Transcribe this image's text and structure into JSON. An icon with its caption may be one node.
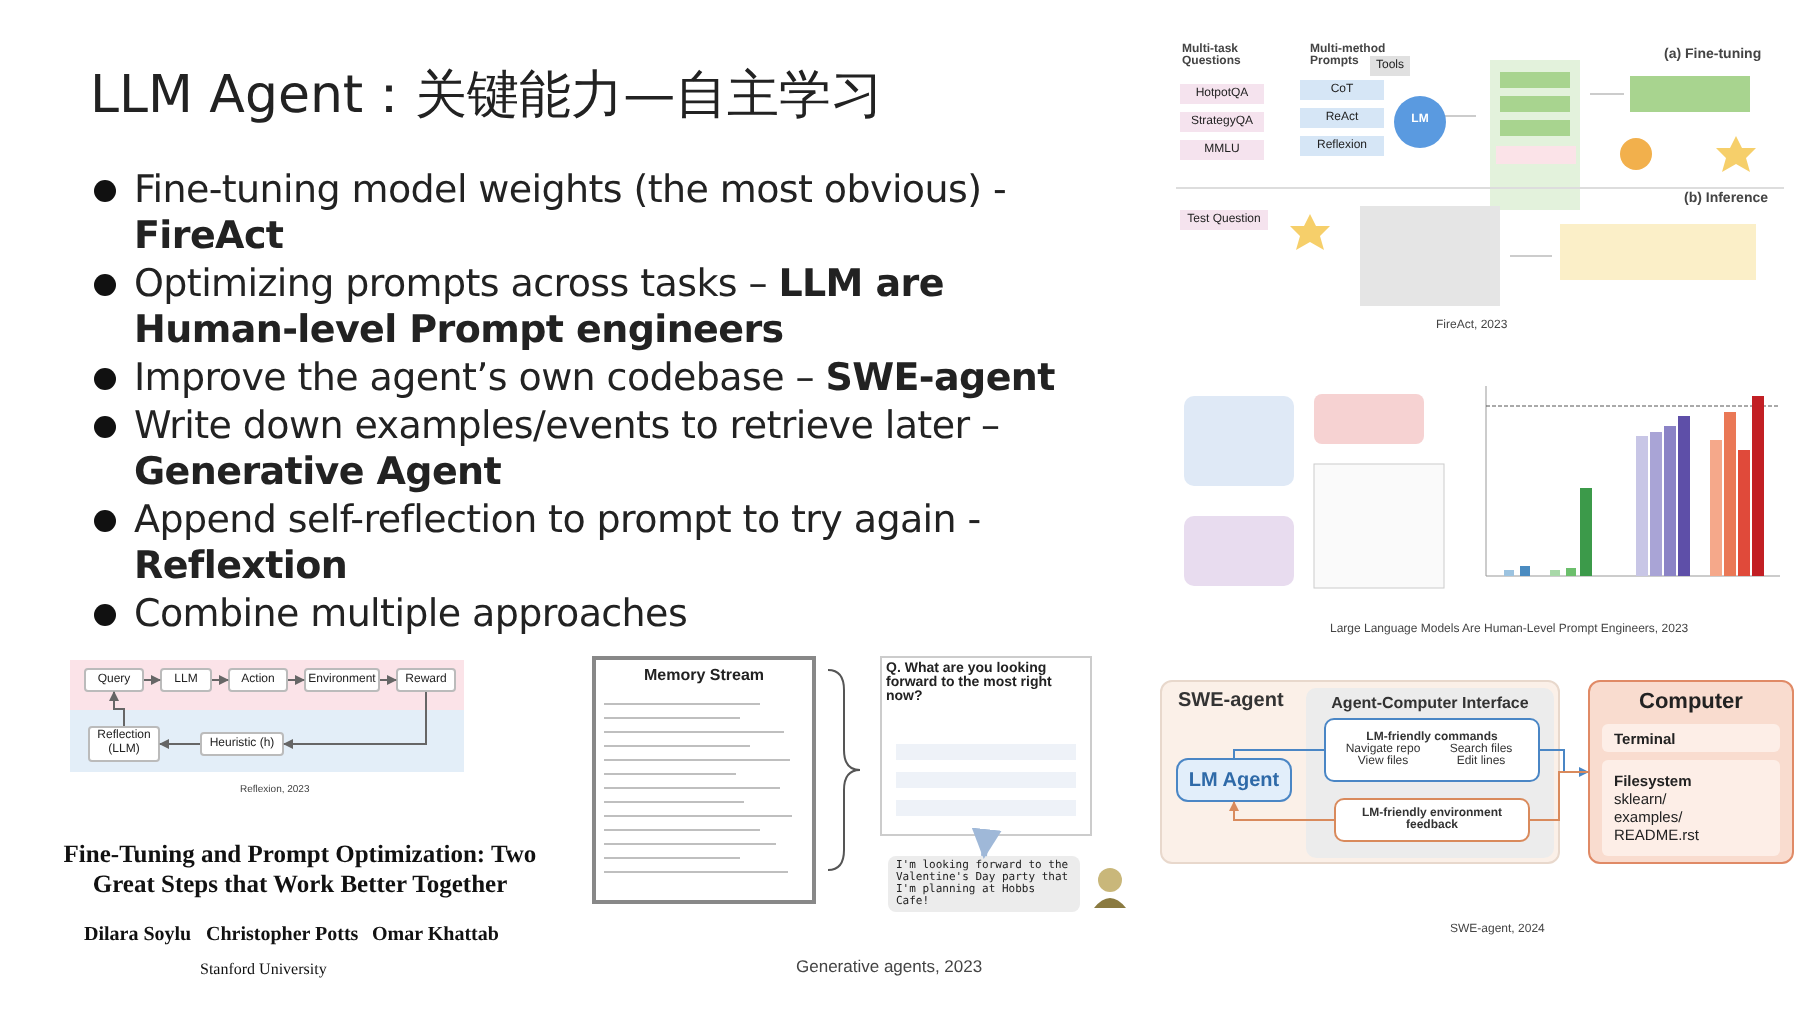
{
  "diagram": {
    "title": "LLM Agent：关键能力—自主学习",
    "nodes": [
      {
        "text": [
          "Query"
        ]
      },
      {
        "text": [
          "LLM"
        ]
      },
      {
        "text": [
          "Action"
        ]
      },
      {
        "text": [
          "Environment"
        ]
      },
      {
        "text": [
          "Reward"
        ]
      },
      {
        "text": [
          "Heuristic (h)"
        ]
      },
      {
        "text": [
          "Reflection (LLM)"
        ]
      },
      {
        "text": [
          "SWE-agent"
        ]
      },
      {
        "text": [
          "Agent-Computer Interface"
        ],
        "in": 7
      },
      {
        "text": [
          "LM Agent"
        ],
        "in": 7
      },
      {
        "text": [
          "LM-friendly commands",
          "Navigate repo",
          "Search files",
          "View files",
          "Edit lines"
        ],
        "in": 8
      },
      {
        "text": [
          "LM-friendly environment feedback"
        ],
        "in": 8
      },
      {
        "text": [
          "Computer"
        ]
      },
      {
        "text": [
          "Terminal"
        ],
        "in": 12
      },
      {
        "text": [
          "Filesystem",
          "sklearn/",
          "examples/",
          "README.rst"
        ],
        "in": 12
      },
      {
        "text": [
          "Memory Stream"
        ]
      },
      {
        "text": [
          "Q. What are you looking forward to the most right now?"
        ]
      },
      {
        "text": [
          "I'm looking forward to the Valentine's Day party that I'm planning at Hobbs Cafe!"
        ]
      }
    ],
    "edges": [
      {
        "from": 0,
        "to": 1,
        "arrow": "to"
      },
      {
        "from": 1,
        "to": 2,
        "arrow": "to"
      },
      {
        "from": 2,
        "to": 3,
        "arrow": "to"
      },
      {
        "from": 3,
        "to": 4,
        "arrow": "to"
      },
      {
        "from": 4,
        "to": 5,
        "arrow": "to"
      },
      {
        "from": 5,
        "to": 6,
        "arrow": "to"
      },
      {
        "from": 6,
        "to": 0,
        "arrow": "to"
      },
      {
        "from": 9,
        "to": 10,
        "arrow": "none",
        "color": "#4a86c5"
      },
      {
        "from": 10,
        "to": 12,
        "arrow": "to",
        "color": "#4a86c5"
      },
      {
        "from": 12,
        "to": 11,
        "arrow": "none",
        "color": "#d98a5c"
      },
      {
        "from": 11,
        "to": 9,
        "arrow": "to",
        "color": "#d98a5c"
      },
      {
        "from": 16,
        "to": 17,
        "arrow": "to",
        "style": "thick",
        "color": "#9fb8d8"
      }
    ],
    "labels": [
      "Fine-tuning model weights (the most obvious) - **FireAct**",
      "Optimizing prompts across tasks – **LLM are Human-level Prompt engineers**",
      "Improve the agent’s own codebase – **SWE-agent**",
      "Write down examples/events to retrieve later – **Generative Agent**",
      "Append self-reflection to prompt to try again - **Reflextion**",
      "Combine multiple approaches",
      "Multi-task Questions",
      "Multi-method Prompts",
      "Tools",
      "(a) Fine-tuning",
      "HotpotQA",
      "CoT",
      "LM",
      "StrategyQA",
      "ReAct",
      "MMLU",
      "Reflexion",
      "(b) Inference",
      "Test Question",
      "FireAct, 2023",
      "Large Language Models Are Human-Level Prompt Engineers, 2023",
      "Reflexion, 2023",
      "SWE-agent, 2024",
      "Fine-Tuning and Prompt Optimization: Two Great Steps that Work Better Together",
      "Dilara Soylu",
      "Christopher Potts",
      "Omar Khattab",
      "Stanford University",
      "Generative agents, 2023"
    ]
  }
}
